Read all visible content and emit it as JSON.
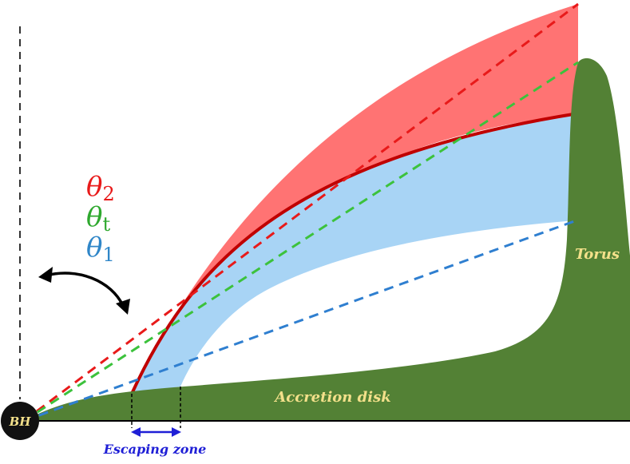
{
  "labels": {
    "bh": "BH",
    "torus": "Torus",
    "accretion_disk": "Accretion disk",
    "escaping_zone": "Escaping zone"
  },
  "angles": [
    {
      "symbol": "θ",
      "subscript": "2",
      "color": "#e81a1a"
    },
    {
      "symbol": "θ",
      "subscript": "t",
      "color": "#2ea82e"
    },
    {
      "symbol": "θ",
      "subscript": "1",
      "color": "#2f86c8"
    }
  ],
  "colors": {
    "disk_green": "#538135",
    "red_region": "#ff7373",
    "blue_region": "#a8d4f5",
    "boundary_line": "#c00000",
    "label_yellow": "#f3e08a",
    "escaping_blue": "#1f1fd6",
    "black_hole": "#111111"
  }
}
